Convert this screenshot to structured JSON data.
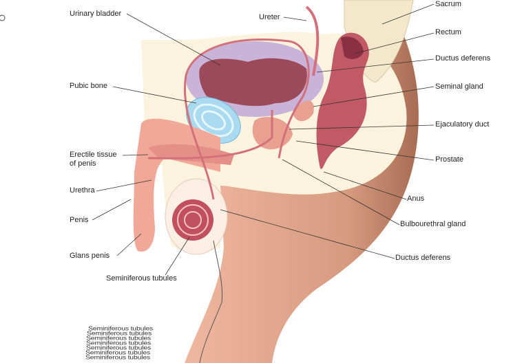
{
  "labels": {
    "urinary_bladder": "Urinary bladder",
    "ureter": "Ureter",
    "sacrum": "Sacrum",
    "rectum": "Rectum",
    "ductus_deferens_top": "Ductus deferens",
    "pubic_bone": "Pubic bone",
    "seminal_gland": "Seminal gland",
    "ejaculatory_duct": "Ejaculatory duct",
    "erectile_tissue_line1": "Erectile tissue",
    "erectile_tissue_line2": "of penis",
    "prostate": "Prostate",
    "urethra": "Urethra",
    "anus": "Anus",
    "penis": "Penis",
    "bulbourethral_gland": "Bulbourethral gland",
    "glans_penis": "Glans penis",
    "ductus_deferens_bottom": "Ductus deferens",
    "seminiferous_tubules": "Seminiferous tubules"
  },
  "artifact_repeats": [
    "Seminiferous tubules",
    "Seminiferous tubules",
    "Seminiferous tubules",
    "Seminiferous tubules",
    "Seminiferous tubules",
    "Seminiferous tubules",
    "Seminiferous tubules"
  ],
  "colors": {
    "skin": "#e6a98f",
    "body_dark": "#c98a6d",
    "cream": "#fbf3de",
    "bladder": "#9c4a5a",
    "bladder_wall": "#c9b3d8",
    "bone": "#a9daf0",
    "vessel": "#d4707a"
  }
}
